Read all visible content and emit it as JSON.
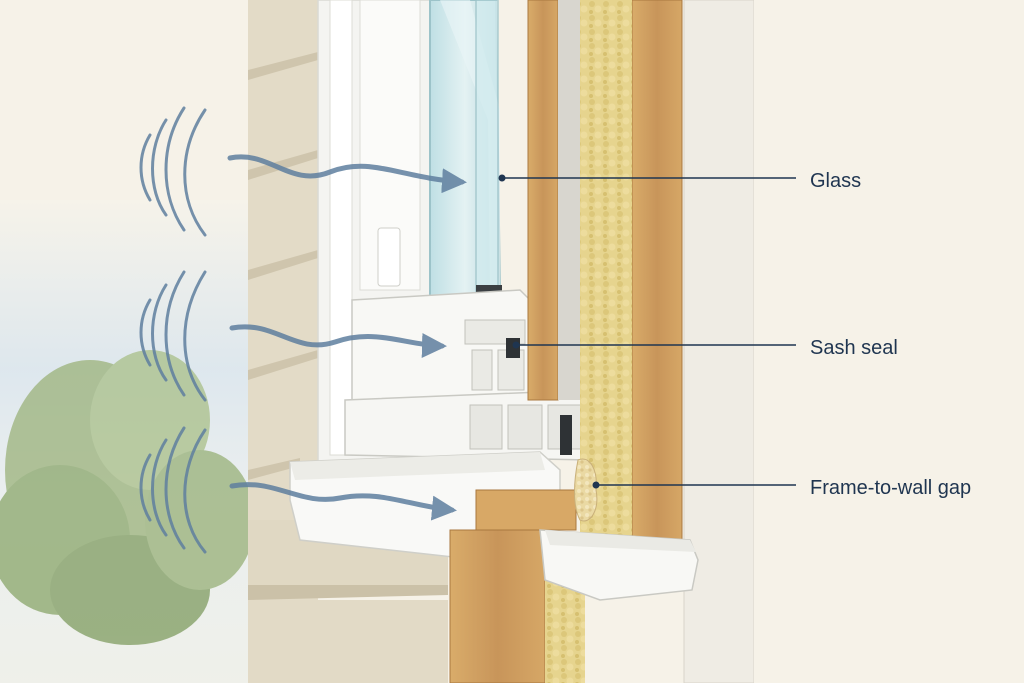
{
  "callouts": [
    {
      "id": "glass",
      "label": "Glass"
    },
    {
      "id": "sash-seal",
      "label": "Sash seal"
    },
    {
      "id": "frame-to-wall-gap",
      "label": "Frame-to-wall gap"
    }
  ],
  "colors": {
    "background": "#f6f2e8",
    "siding": "#e7dfcd",
    "vinyl_frame": "#f7f7f4",
    "glass": "#cfe7ea",
    "wood": "#cf9f5e",
    "insulation": "#e6d48e",
    "drywall": "#efece4",
    "sound_arrow": "#5f7f9f",
    "callout_line": "#1f3550"
  },
  "icons": [
    "sound-wave-icon",
    "air-flow-arrow-icon"
  ]
}
